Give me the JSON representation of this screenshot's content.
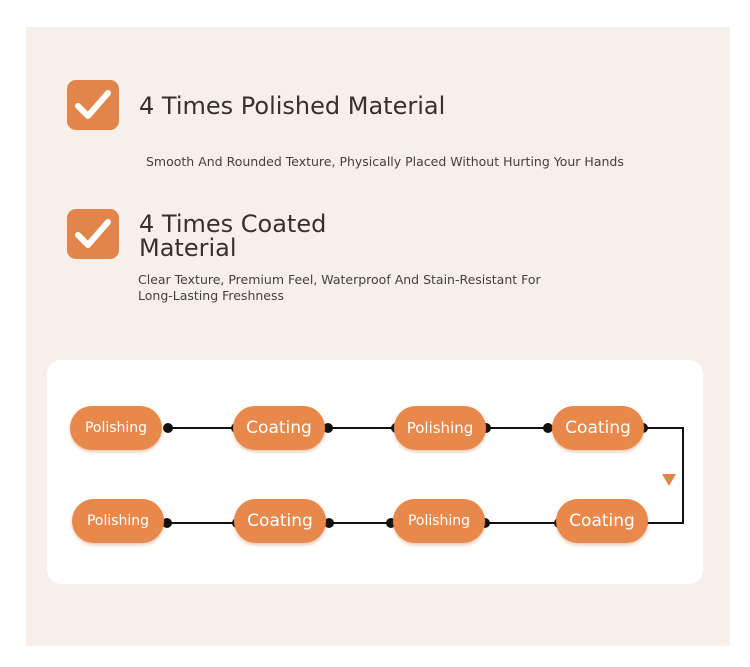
{
  "features": [
    {
      "title": "4 Times Polished Material",
      "description": "Smooth And Rounded Texture, Physically Placed Without Hurting Your Hands",
      "icon": "checkmark-icon"
    },
    {
      "title_line1": "4 Times Coated",
      "title_line2": "Material",
      "description_line1": "Clear Texture, Premium Feel, Waterproof And Stain-Resistant For",
      "description_line2": "Long-Lasting Freshness",
      "icon": "checkmark-icon"
    }
  ],
  "colors": {
    "panel_bg": "#f6efea",
    "accent": "#e2854a",
    "pill": "#e9884b",
    "connector": "#111111"
  },
  "process_flow": {
    "row1": [
      {
        "label": "Polishing"
      },
      {
        "label": "Coating"
      },
      {
        "label": "Polishing"
      },
      {
        "label": "Coating"
      }
    ],
    "row2": [
      {
        "label": "Polishing"
      },
      {
        "label": "Coating"
      },
      {
        "label": "Polishing"
      },
      {
        "label": "Coating"
      }
    ],
    "direction_arrow": "down-arrow-icon"
  }
}
